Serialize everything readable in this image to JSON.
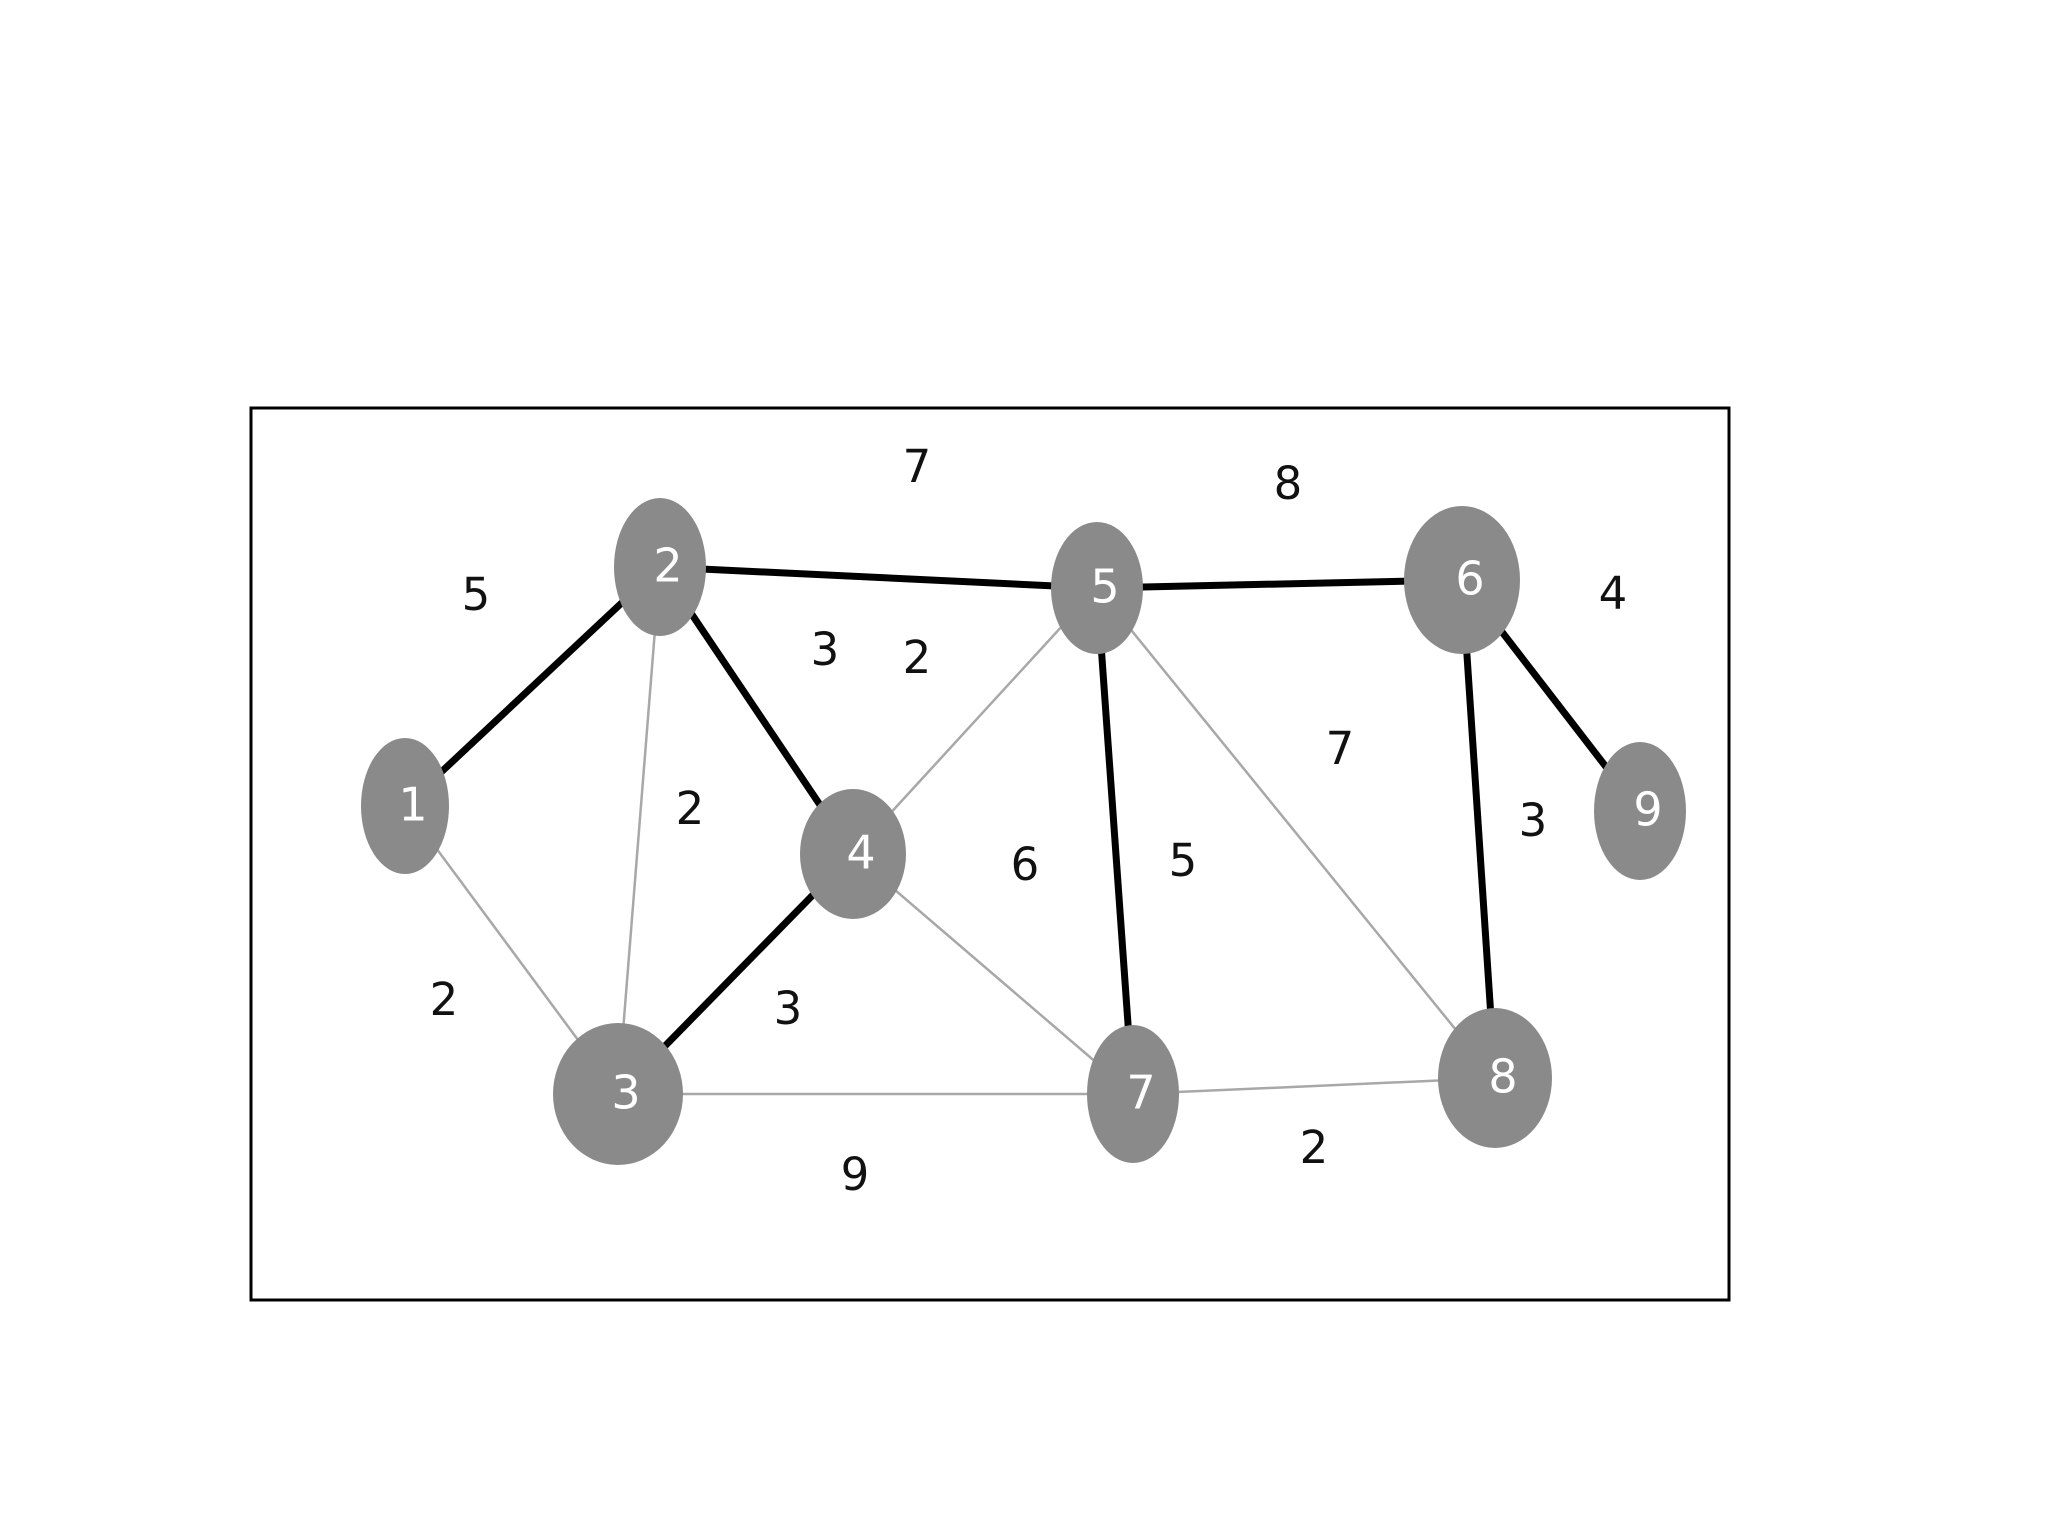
{
  "graph": {
    "nodes": [
      {
        "id": "1",
        "label": "1"
      },
      {
        "id": "2",
        "label": "2"
      },
      {
        "id": "3",
        "label": "3"
      },
      {
        "id": "4",
        "label": "4"
      },
      {
        "id": "5",
        "label": "5"
      },
      {
        "id": "6",
        "label": "6"
      },
      {
        "id": "7",
        "label": "7"
      },
      {
        "id": "8",
        "label": "8"
      },
      {
        "id": "9",
        "label": "9"
      }
    ],
    "edges": [
      {
        "from": "1",
        "to": "2",
        "weight": "5",
        "highlighted": true
      },
      {
        "from": "1",
        "to": "3",
        "weight": "2",
        "highlighted": false
      },
      {
        "from": "2",
        "to": "3",
        "weight": "2",
        "highlighted": false
      },
      {
        "from": "2",
        "to": "4",
        "weight": "3",
        "highlighted": true
      },
      {
        "from": "2",
        "to": "5",
        "weight": "7",
        "highlighted": true
      },
      {
        "from": "3",
        "to": "4",
        "weight": "3",
        "highlighted": true
      },
      {
        "from": "3",
        "to": "7",
        "weight": "9",
        "highlighted": false
      },
      {
        "from": "4",
        "to": "5",
        "weight": "2",
        "highlighted": false
      },
      {
        "from": "4",
        "to": "7",
        "weight": "6",
        "highlighted": false
      },
      {
        "from": "5",
        "to": "6",
        "weight": "8",
        "highlighted": true
      },
      {
        "from": "5",
        "to": "7",
        "weight": "5",
        "highlighted": true
      },
      {
        "from": "5",
        "to": "8",
        "weight": "7",
        "highlighted": false
      },
      {
        "from": "6",
        "to": "8",
        "weight": "3",
        "highlighted": true
      },
      {
        "from": "6",
        "to": "9",
        "weight": "4",
        "highlighted": true
      },
      {
        "from": "7",
        "to": "8",
        "weight": "2",
        "highlighted": false
      }
    ]
  }
}
